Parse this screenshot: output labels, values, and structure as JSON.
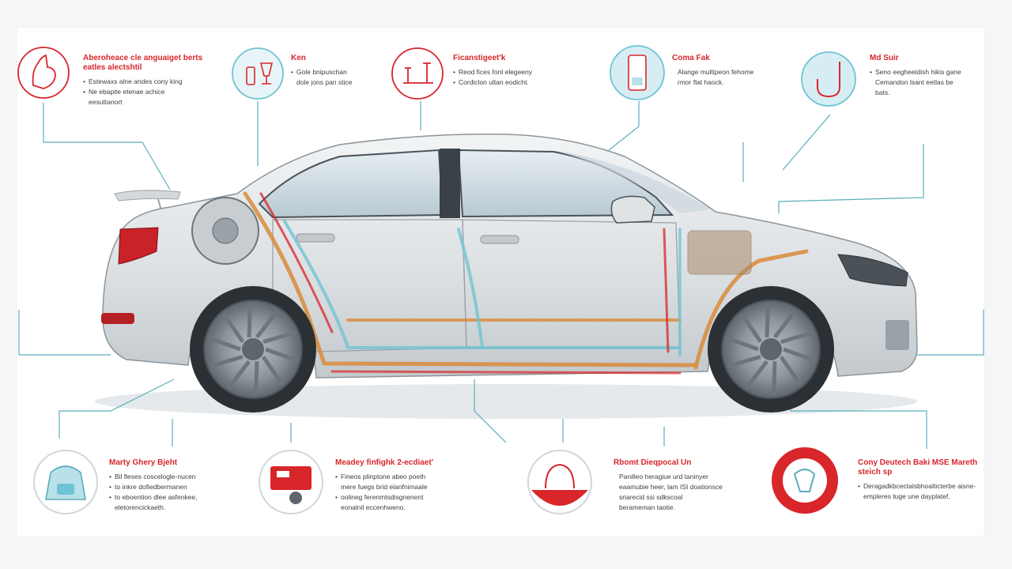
{
  "colors": {
    "accent_red": "#d8262b",
    "accent_teal": "#6fc4d3",
    "line_teal": "#5aaebc",
    "car_body": "#dfe3e6",
    "frame_orange": "#d98b3a"
  },
  "top_callouts": [
    {
      "icon": "hand-touch-icon",
      "title": "Aberoheace cle anguaiget berts eatles alectshtil",
      "items": [
        "Estewaxs alne andes cony king",
        "Ne ebapite etenae achice",
        "eesuttanort"
      ]
    },
    {
      "icon": "bottle-glass-icon",
      "title": "Ken",
      "items": [
        "Gole bnipuschan",
        "dole jons pan stice"
      ]
    },
    {
      "icon": "tool-stand-icon",
      "title": "Ficanstigeet'k",
      "items": [
        "Reod fices fonl elegeeny",
        "Cordiclon ultan eodicht."
      ]
    },
    {
      "icon": "canister-icon",
      "title": "Coma Fak",
      "items": [
        "Alange multipeon fehome",
        "rmor flat haock."
      ]
    },
    {
      "icon": "hook-arm-icon",
      "title": "Md Suir",
      "items": [
        "Seno eegheeidish hikis gane",
        "Cemandon lsant eetlas be",
        "bats."
      ]
    }
  ],
  "bottom_callouts": [
    {
      "icon": "water-tank-icon",
      "title": "Marty Ghery Bjeht",
      "items": [
        "Bil fleses coscelogle-nucen",
        "to inkre dofiedbermanen",
        "to eboention dlee asfenkee,",
        "eletorencickaeth."
      ]
    },
    {
      "icon": "red-machine-icon",
      "title": "Meadey finfighk 2-ecdiaet'",
      "items": [
        "Fineos plinptone abeo poeth",
        "mere fuegs brid elanfnimaale",
        "oolineg ferenmtsdisgnenent",
        "eonalnil eccenhweno."
      ]
    },
    {
      "icon": "red-bell-icon",
      "title": "Rbomt Dieqpocal Un",
      "items": [
        "Panilleo heragiue urd taninyer",
        "eaamubie heer, lam ISI doationsce",
        "sriarecid ssi sdkscoal",
        "berameman taotie."
      ]
    },
    {
      "icon": "red-gauge-icon",
      "title": "Cony Deutech Baki MSE Mareth steich sp",
      "items": [
        "Deragadkbcectalsbhoalticterbe aisne-",
        "empleres tuge une dayplatef."
      ]
    }
  ]
}
